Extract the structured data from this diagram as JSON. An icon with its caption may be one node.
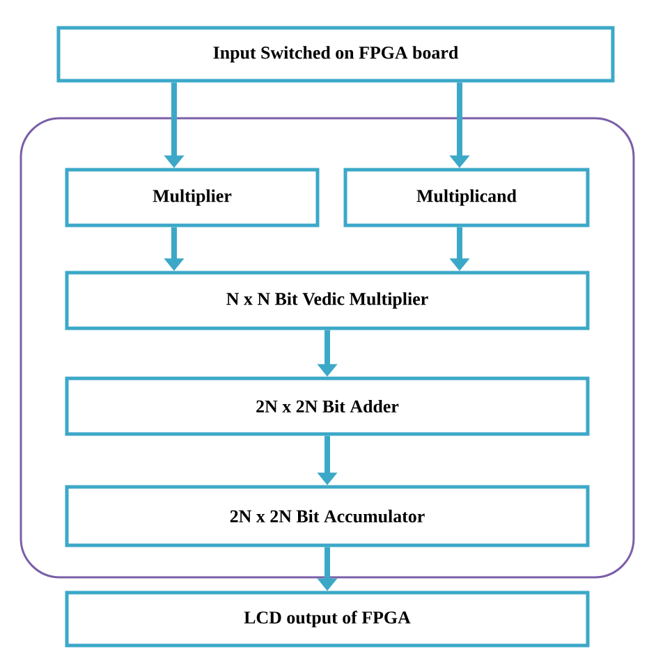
{
  "diagram": {
    "nodes": [
      {
        "text": [
          "Input Switched on FPGA board"
        ]
      },
      {
        "text": [],
        "shape": "box"
      },
      {
        "text": [
          "Multiplier"
        ],
        "in": 1
      },
      {
        "text": [
          "Multiplicand"
        ],
        "in": 1
      },
      {
        "text": [
          "N x N Bit Vedic Multiplier"
        ],
        "in": 1
      },
      {
        "text": [
          "2N x 2N Bit Adder"
        ],
        "in": 1
      },
      {
        "text": [
          "2N x 2N Bit Accumulator"
        ],
        "in": 1
      },
      {
        "text": [
          "LCD output of FPGA"
        ]
      }
    ],
    "edges": [
      {
        "from": 0,
        "to": 2,
        "arrow": "to"
      },
      {
        "from": 0,
        "to": 3,
        "arrow": "to"
      },
      {
        "from": 2,
        "to": 4,
        "arrow": "to"
      },
      {
        "from": 3,
        "to": 4,
        "arrow": "to"
      },
      {
        "from": 4,
        "to": 5,
        "arrow": "to"
      },
      {
        "from": 5,
        "to": 6,
        "arrow": "to"
      },
      {
        "from": 6,
        "to": 7,
        "arrow": "to"
      }
    ]
  }
}
